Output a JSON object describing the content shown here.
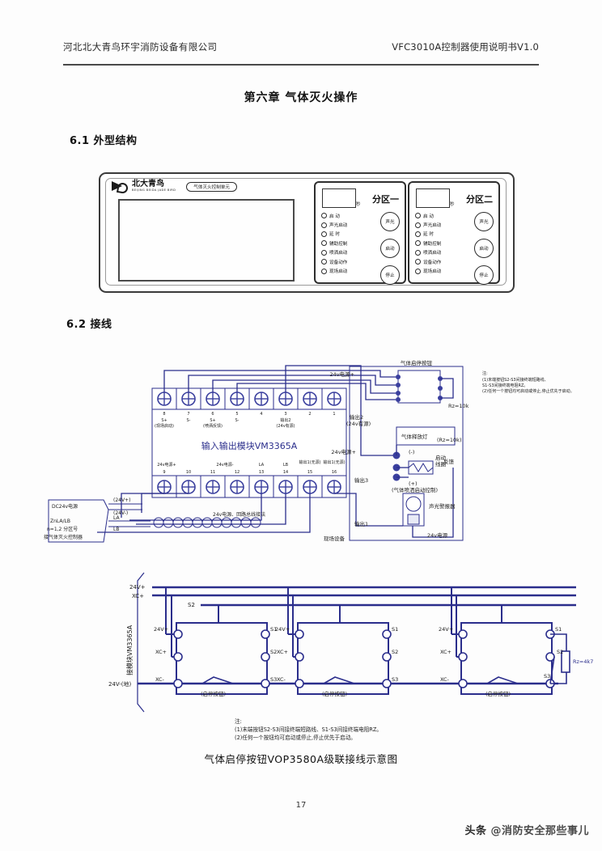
{
  "header": {
    "company": "河北北大青鸟环宇消防设备有限公司",
    "manual": "VFC3010A控制器使用说明书V1.0"
  },
  "chapter_title": "第六章  气体灭火操作",
  "sections": {
    "s61": "6.1  外型结构",
    "s62": "6.2  接线"
  },
  "panel": {
    "logo_cn": "北大青鸟",
    "logo_en": "BEIJING BEIDA JADE BIRD",
    "logo_pill": "气体灭火控制单元",
    "zones": [
      {
        "title": "分区一",
        "unit": "秒",
        "leds": [
          "启    动",
          "声光启动",
          "延    时",
          "辅助控制",
          "喷洒启动",
          "设备动作",
          "现场启动"
        ],
        "buttons": [
          "声光",
          "启动",
          "停止"
        ]
      },
      {
        "title": "分区二",
        "unit": "秒",
        "leds": [
          "启    动",
          "声光启动",
          "延    时",
          "辅助控制",
          "喷洒启动",
          "设备动作",
          "现场启动"
        ],
        "buttons": [
          "声光",
          "启动",
          "停止"
        ]
      }
    ]
  },
  "diagram1": {
    "module_title": "输入输出模块VM3365A",
    "top_terminals": [
      "8",
      "7",
      "6",
      "5",
      "4",
      "3",
      "2",
      "1"
    ],
    "bottom_terminals": [
      "9",
      "10",
      "11",
      "12",
      "13",
      "14",
      "15",
      "16"
    ],
    "top_labels": [
      "S+\n(现场启动)",
      "S-\n(现场启动)",
      "S+\n(喷洒反馈)",
      "S-\n(喷洒反馈)",
      "",
      "输出2\n(24v有源)",
      "",
      ""
    ],
    "bottom_labels": [
      "24v电源+",
      "24v电源-",
      "LA",
      "LB",
      "输出1(无源)",
      "输出1(无源)"
    ],
    "left_source": "DC24v电源",
    "left_signal": "ZnLA/LB",
    "left_zone": "n=1,2 分区号",
    "left_ctrl": "接气体灭火控制器",
    "wire_24v_plus": "(24V+)",
    "wire_24v_minus": "(24V-)",
    "wire_la": "LA",
    "wire_lb": "LB",
    "labels": {
      "btn_box": "气体启停按钮",
      "lamp_box": "气体释放灯",
      "power_top": "24v电源+",
      "power_mid": "24v电源+",
      "out2": "输出2\n(24v有源)",
      "out1": "输出1",
      "out3": "输出3",
      "feedback": "反馈",
      "coil": "启动\n线圈",
      "coil_note": "(气体喷洒启动控制)",
      "siren": "声光警报器",
      "siren_power": "24v电源",
      "field_dev": "现场设备",
      "rz1": "Rz=10k",
      "rz2": "(Rz=10k)",
      "minus": "(-)",
      "plus": "(+)"
    },
    "notes": "注:\n(1)末端按钮S2-S3间接终端短路线、\nS1-S3间接终端电阻RZ。\n(2)任何一个按钮均可启动或停止,停止优先于启动。"
  },
  "diagram2": {
    "side_label": "接模块VM3365A",
    "bus_labels": [
      "24V+",
      "XC+",
      "S2"
    ],
    "gnd_label": "24V-(地)",
    "groups": [
      {
        "t1": "24V+",
        "t2": "XC+",
        "t3": "XC-",
        "s1": "S1",
        "s2": "S2",
        "s3": "S3",
        "caption": "(启停按钮)"
      },
      {
        "t1": "24V+",
        "t2": "XC+",
        "t3": "XC-",
        "s1": "S1",
        "s2": "S2",
        "s3": "S3",
        "caption": "(启停按钮)"
      },
      {
        "t1": "24V+",
        "t2": "XC+",
        "t3": "XC-",
        "s1": "S1",
        "s2": "S2",
        "s3": "S3",
        "caption": "(启停按钮)"
      }
    ],
    "resistor": "Rz=4k7",
    "notes_line1": "注:",
    "notes_line2": "(1)末端按钮S2-S3间接终端短路线、S1-S3间接终端电阻RZ。",
    "notes_line3": "(2)任何一个按钮均可启动或停止,停止优先于启动。",
    "caption": "气体启停按钮VOP3580A级联接线示意图"
  },
  "footer": {
    "page_number": "17",
    "watermark_prefix": "头条",
    "watermark": "@消防安全那些事儿"
  }
}
